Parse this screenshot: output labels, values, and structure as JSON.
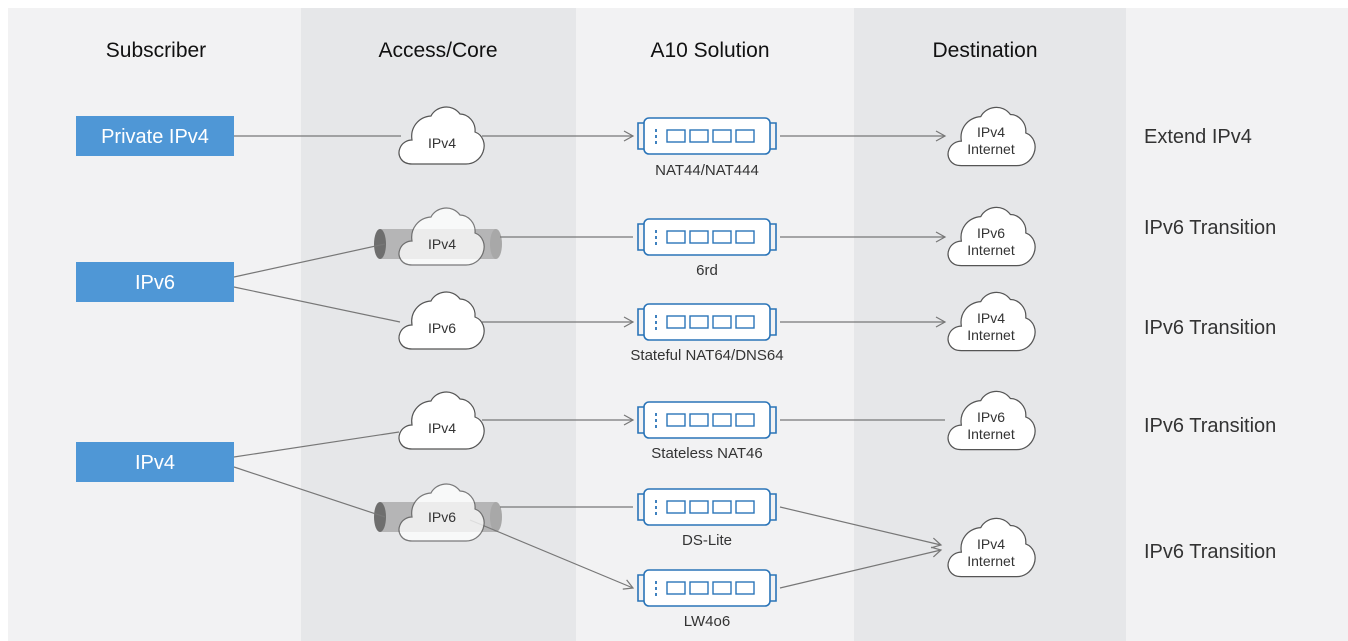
{
  "columns": {
    "subscriber": "Subscriber",
    "access_core": "Access/Core",
    "a10_solution": "A10 Solution",
    "destination": "Destination"
  },
  "subscribers": {
    "private_ipv4": "Private IPv4",
    "ipv6": "IPv6",
    "ipv4": "IPv4"
  },
  "access_clouds": [
    "IPv4",
    "IPv4",
    "IPv6",
    "IPv4",
    "IPv6"
  ],
  "solutions": [
    "NAT44/NAT444",
    "6rd",
    "Stateful NAT64/DNS64",
    "Stateless NAT46",
    "DS-Lite",
    "LW4o6"
  ],
  "destinations": [
    {
      "line1": "IPv4",
      "line2": "Internet"
    },
    {
      "line1": "IPv6",
      "line2": "Internet"
    },
    {
      "line1": "IPv4",
      "line2": "Internet"
    },
    {
      "line1": "IPv6",
      "line2": "Internet"
    },
    {
      "line1": "IPv4",
      "line2": "Internet"
    }
  ],
  "outcomes": [
    "Extend IPv4",
    "IPv6 Transition",
    "IPv6 Transition",
    "IPv6 Transition",
    "IPv6 Transition"
  ],
  "colors": {
    "subscriber_box": "#4f97d6",
    "band_gray": "#e6e7e9",
    "band_light": "#f2f2f3",
    "device_stroke": "#2a74b8",
    "tunnel": "#8c8c8c"
  }
}
